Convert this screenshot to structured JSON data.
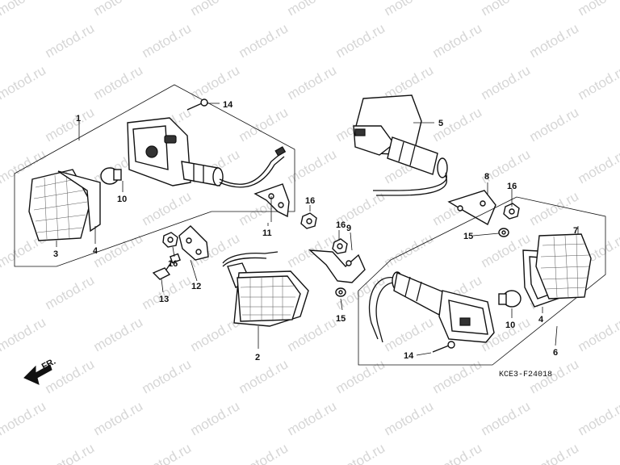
{
  "diagram_code": "KCE3-F24018",
  "direction_label": "FR.",
  "watermark_text": "motod.ru",
  "callouts": {
    "c1": "1",
    "c2": "2",
    "c3": "3",
    "c4a": "4",
    "c4b": "4",
    "c5": "5",
    "c6": "6",
    "c7": "7",
    "c8": "8",
    "c9": "9",
    "c10a": "10",
    "c10b": "10",
    "c11": "11",
    "c12": "12",
    "c13": "13",
    "c14a": "14",
    "c14b": "14",
    "c15a": "15",
    "c15b": "15",
    "c16a": "16",
    "c16b": "16",
    "c16c": "16",
    "c16d": "16"
  }
}
